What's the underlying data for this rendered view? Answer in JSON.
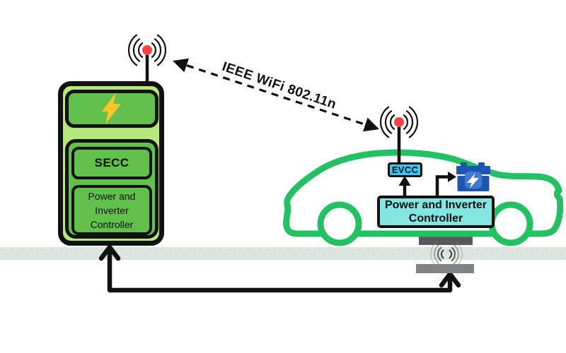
{
  "wireless_link": {
    "label": "IEEE WiFi 802.11n"
  },
  "charging_station": {
    "secc_label": "SECC",
    "controller_label": "Power and Inverter Controller"
  },
  "vehicle": {
    "evcc_label": "EVCC",
    "controller_label": "Power and Inverter Controller"
  },
  "icons": {
    "station_status": "lightning-bolt",
    "station_antenna": "wifi-antenna",
    "vehicle_antenna": "wifi-antenna",
    "vehicle_battery": "battery-with-bolt",
    "pad_link": "wireless-signal-waves",
    "charging_pads": "transmitter-and-receiver-pads"
  },
  "colors": {
    "station_body": "#b5e87c",
    "station_panel": "#62c04d",
    "bolt_gold": "#ffc52a",
    "car_outline": "#25c063",
    "evcc_fill": "#3fc3f1",
    "vehicle_controller_fill": "#84e6e1",
    "battery_blue": "#1d55b0",
    "battery_inner_blue": "#3f79d4",
    "pad_top_gray": "#58595b",
    "pad_bottom_gray": "#808386",
    "ground": "#dbe7de",
    "antenna_dot_red": "#f04545",
    "line_black": "#111111"
  }
}
